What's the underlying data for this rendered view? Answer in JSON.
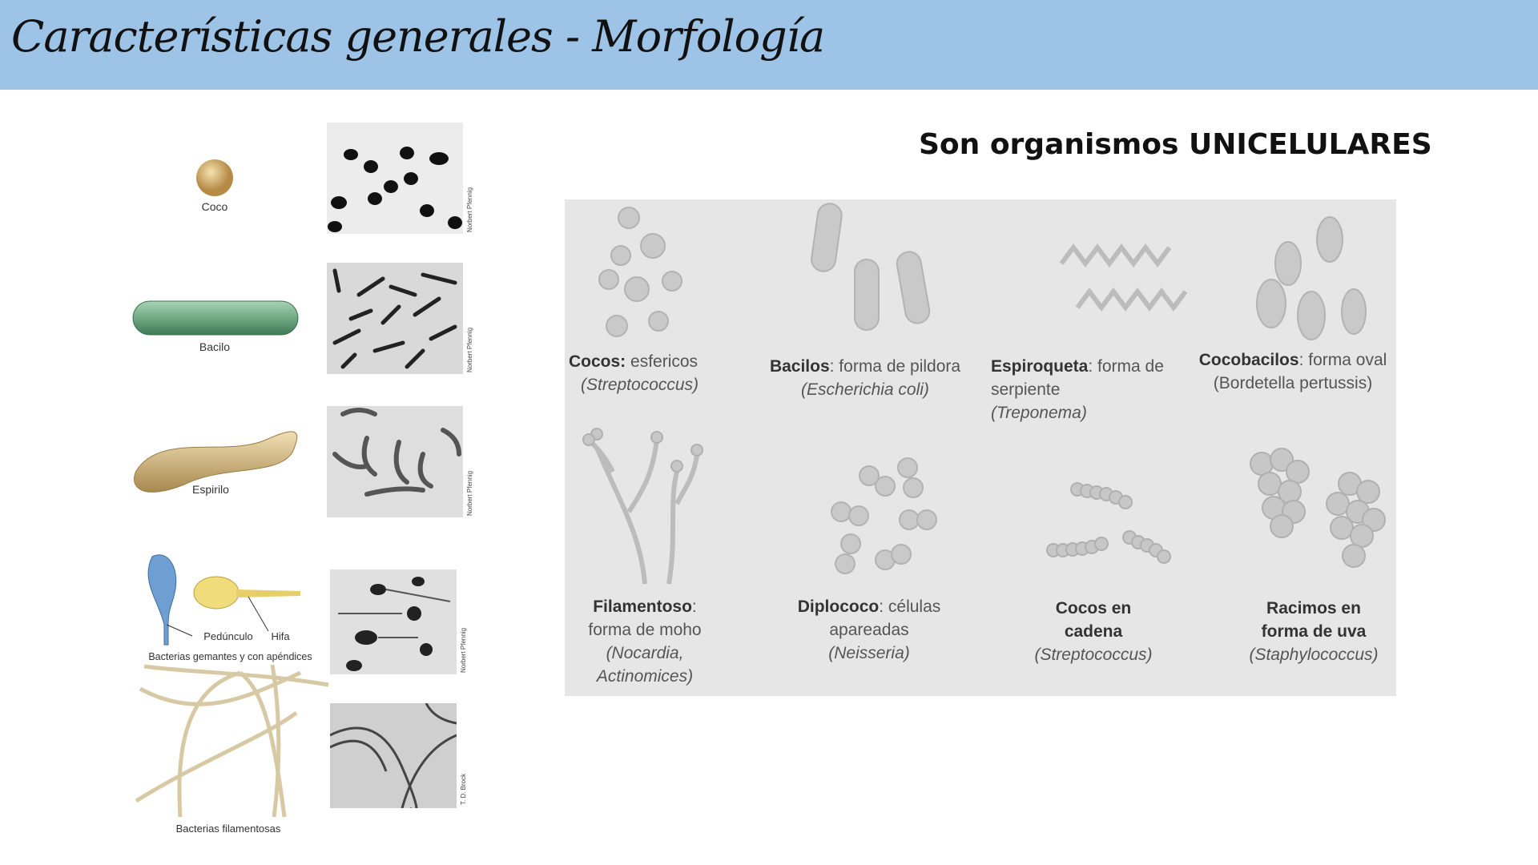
{
  "header": {
    "title": "Características generales - Morfología",
    "color": "#9dc3e6"
  },
  "subtitle": "Son organismos UNICELULARES",
  "left_figure": {
    "labels": {
      "coco": "Coco",
      "bacilo": "Bacilo",
      "espirilo": "Espirilo",
      "pedunculo": "Pedúnculo",
      "hifa": "Hifa",
      "gemantes": "Bacterias gemantes y con apéndices",
      "filamentosas": "Bacterias filamentosas"
    },
    "credits": [
      "Norbert Pfennig",
      "Norbert Pfennig",
      "Norbert Pfennig",
      "Norbert Pfennig",
      "T. D. Brock"
    ]
  },
  "panel": {
    "cells": [
      {
        "name": "Cocos:",
        "desc": " esfericos",
        "example": "(Streptococcus)"
      },
      {
        "name": "Bacilos",
        "desc": ": forma de pildora",
        "example": "(Escherichia coli)"
      },
      {
        "name": "Espiroqueta",
        "desc": ": forma de serpiente",
        "example": "(Treponema)"
      },
      {
        "name": "Cocobacilos",
        "desc": ": forma oval",
        "example": "(Bordetella pertussis)"
      },
      {
        "name": "Filamentoso",
        "desc": ": forma de moho",
        "example": "(Nocardia, Actinomices)"
      },
      {
        "name": "Diplococo",
        "desc": ": células apareadas",
        "example": "(Neisseria)"
      },
      {
        "name": "Cocos en cadena",
        "desc": "",
        "example": "(Streptococcus)"
      },
      {
        "name": "Racimos en forma de uva",
        "desc": "",
        "example": "(Staphylococcus)"
      }
    ]
  }
}
